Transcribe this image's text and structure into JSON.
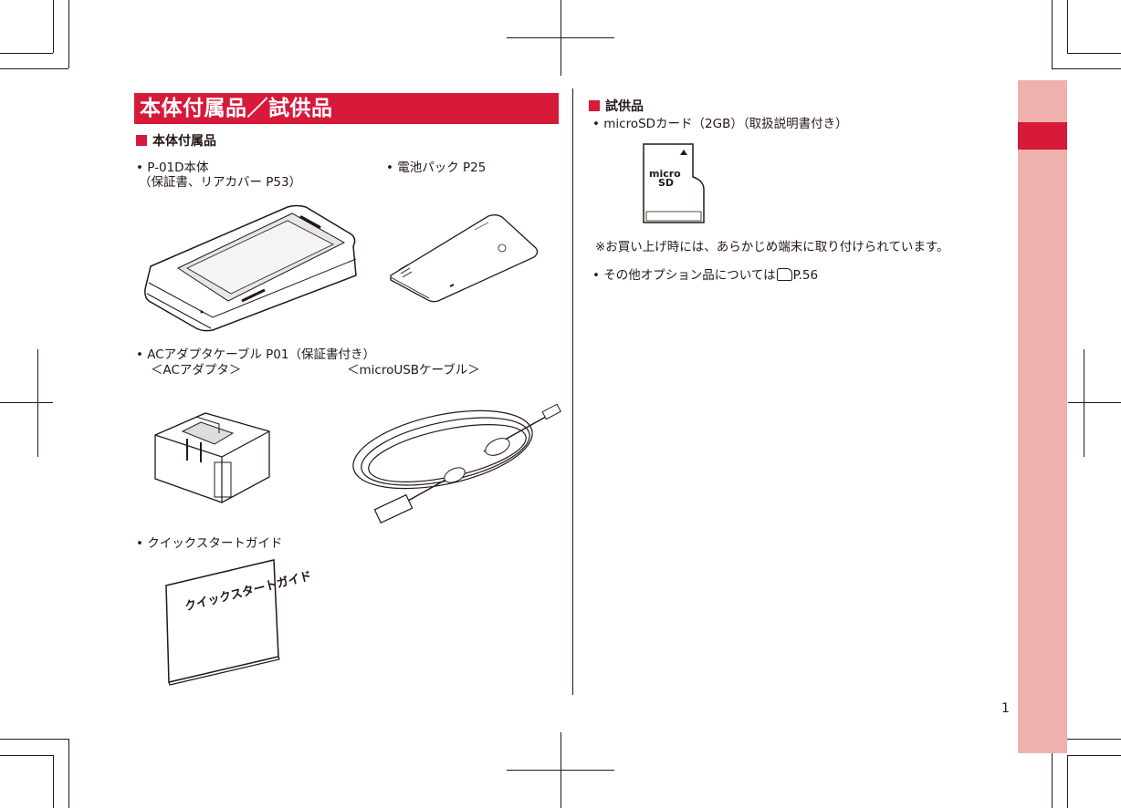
{
  "section_title": "本体付属品／試供品",
  "left": {
    "heading": "本体付属品",
    "items": {
      "phone_body": "• P-01D本体",
      "phone_note": "（保証書、リアカバー P53）",
      "battery": "• 電池パック P25",
      "ac_cable": "• ACアダプタケーブル P01（保証書付き）",
      "ac_adapter_label": "＜ACアダプタ＞",
      "usb_cable_label": "＜microUSBケーブル＞",
      "quick_start": "• クイックスタートガイド"
    },
    "booklet_title": "クイックスタートガイド"
  },
  "right": {
    "heading": "試供品",
    "sd_card": "• microSDカード（2GB）（取扱説明書付き）",
    "sd_note": "※お買い上げ時には、あらかじめ端末に取り付けられています。",
    "other_options": "•  その他オプション品については",
    "ref_page": "P.56"
  },
  "page_number": "1",
  "colors": {
    "accent": "#d7193a",
    "side_tab": "#efb1ae"
  }
}
